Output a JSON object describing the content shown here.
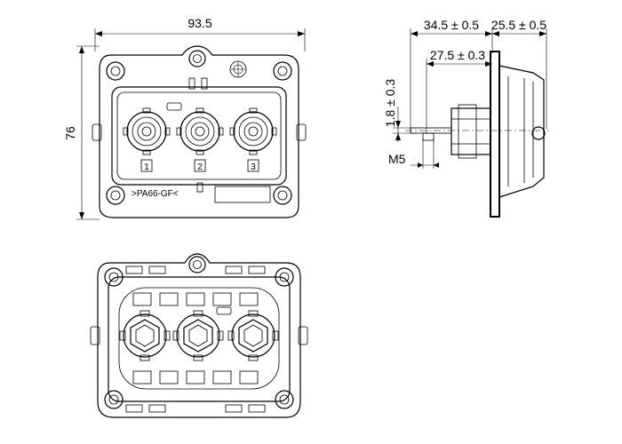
{
  "dimensions": {
    "width": "93.5",
    "height": "76",
    "depth_front": "34.5 ± 0.5",
    "depth_rear": "25.5 ± 0.5",
    "mount_depth": "27.5 ± 0.3",
    "pin_offset": "1.8 ± 0.3",
    "thread": "M5"
  },
  "markings": {
    "material": ">PA66-GF<",
    "ports": [
      "1",
      "2",
      "3"
    ]
  },
  "colors": {
    "line": "#000000",
    "background": "#ffffff"
  }
}
